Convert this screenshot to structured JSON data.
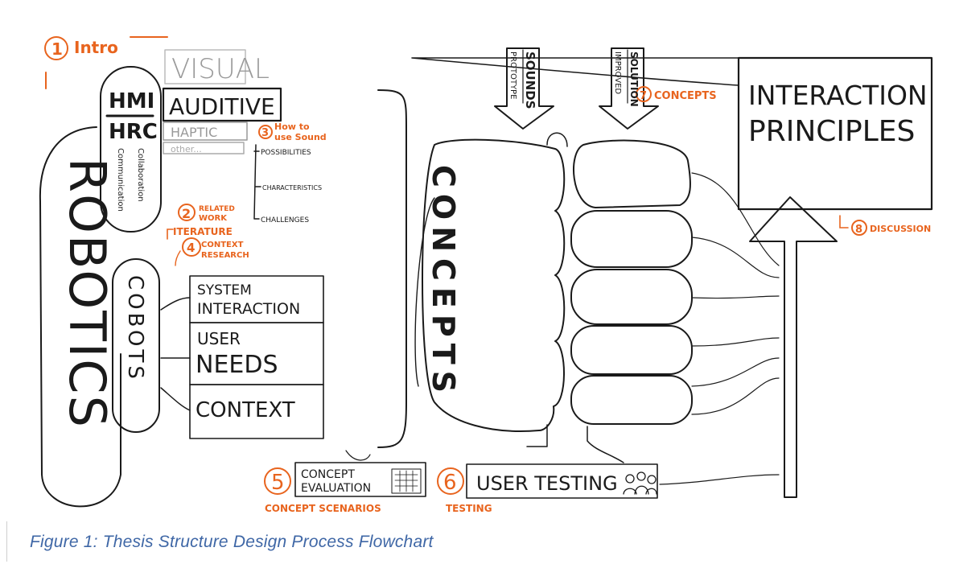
{
  "caption": "Figure 1: Thesis Structure Design Process Flowchart",
  "colors": {
    "ink": "#1a1a1a",
    "accent": "#e8641e",
    "caption": "#3f67a6",
    "faded": "#9a9a9a"
  },
  "intro": {
    "number": "1",
    "label": "Intro"
  },
  "hmi": "HMI",
  "hrc": "HRC",
  "communication": "Communication",
  "collaboration": "Collaboration",
  "modalities": {
    "visual": "VISUAL",
    "auditive": "AUDITIVE",
    "haptic": "HAPTIC",
    "other": "other..."
  },
  "how_to_use_sound": {
    "number": "3",
    "line1": "How to",
    "line2": "use Sound"
  },
  "sound_aspects": [
    "POSSIBILITIES",
    "CHARACTERISTICS",
    "CHALLENGES"
  ],
  "related_work": {
    "number": "2",
    "line1": "RELATED",
    "line2": "WORK"
  },
  "literature": "ITERATURE",
  "context_research": {
    "number": "4",
    "line1": "CONTEXT",
    "line2": "RESEARCH"
  },
  "robotics": "ROBOTICS",
  "cobots": "COBOTS",
  "factors": {
    "system_interaction_1": "SYSTEM",
    "system_interaction_2": "INTERACTION",
    "user_needs_1": "USER",
    "user_needs_2": "NEEDS",
    "context": "CONTEXT"
  },
  "concepts_vertical": "CONCEPTS",
  "prototype_sounds": {
    "left": "PROTOTYPE",
    "right": "SOUNDS"
  },
  "improved_solution": {
    "left": "IMPROVED",
    "right": "SOLUTION"
  },
  "concepts_label": {
    "number": "7",
    "label": "CONCEPTS"
  },
  "interaction_principles": {
    "line1": "INTERACTION",
    "line2": "PRINCIPLES"
  },
  "discussion": {
    "number": "8",
    "label": "DISCUSSION"
  },
  "concept_evaluation": {
    "number": "5",
    "line1": "CONCEPT",
    "line2": "EVALUATION",
    "sub": "CONCEPT SCENARIOS"
  },
  "user_testing": {
    "number": "6",
    "label": "USER TESTING",
    "sub": "TESTING"
  }
}
